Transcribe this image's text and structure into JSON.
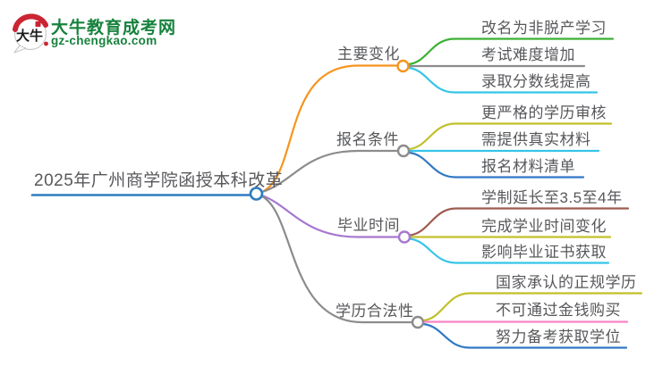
{
  "logo": {
    "title": "大牛教育成考网",
    "subtitle": "gz-chengkao.com",
    "icon_text": "大牛",
    "brand_color": "#17823d",
    "icon_red": "#cb2533"
  },
  "root": {
    "label": "2025年广州商学院函授本科改革",
    "color": "#2e7dc0"
  },
  "branches": [
    {
      "label": "主要变化",
      "color": "#f7941d",
      "children": [
        {
          "label": "改名为非脱产学习",
          "color": "#3cb034"
        },
        {
          "label": "考试难度增加",
          "color": "#8c8c8c"
        },
        {
          "label": "录取分数线提高",
          "color": "#35c5e8"
        }
      ]
    },
    {
      "label": "报名条件",
      "color": "#8c8c8c",
      "children": [
        {
          "label": "更严格的学历审核",
          "color": "#c2c029"
        },
        {
          "label": "需提供真实材料",
          "color": "#35c5e8"
        },
        {
          "label": "报名材料清单",
          "color": "#3178c6"
        }
      ]
    },
    {
      "label": "毕业时间",
      "color": "#a678cf",
      "children": [
        {
          "label": "学制延长至3.5至4年",
          "color": "#9e5b50"
        },
        {
          "label": "完成学业时间变化",
          "color": "#c2c029"
        },
        {
          "label": "影响毕业证书获取",
          "color": "#35c5e8"
        }
      ]
    },
    {
      "label": "学历合法性",
      "color": "#8c8c8c",
      "children": [
        {
          "label": "国家承认的正规学历",
          "color": "#c2c029"
        },
        {
          "label": "不可通过金钱购买",
          "color": "#f783c7"
        },
        {
          "label": "努力备考获取学位",
          "color": "#3178c6"
        }
      ]
    }
  ]
}
